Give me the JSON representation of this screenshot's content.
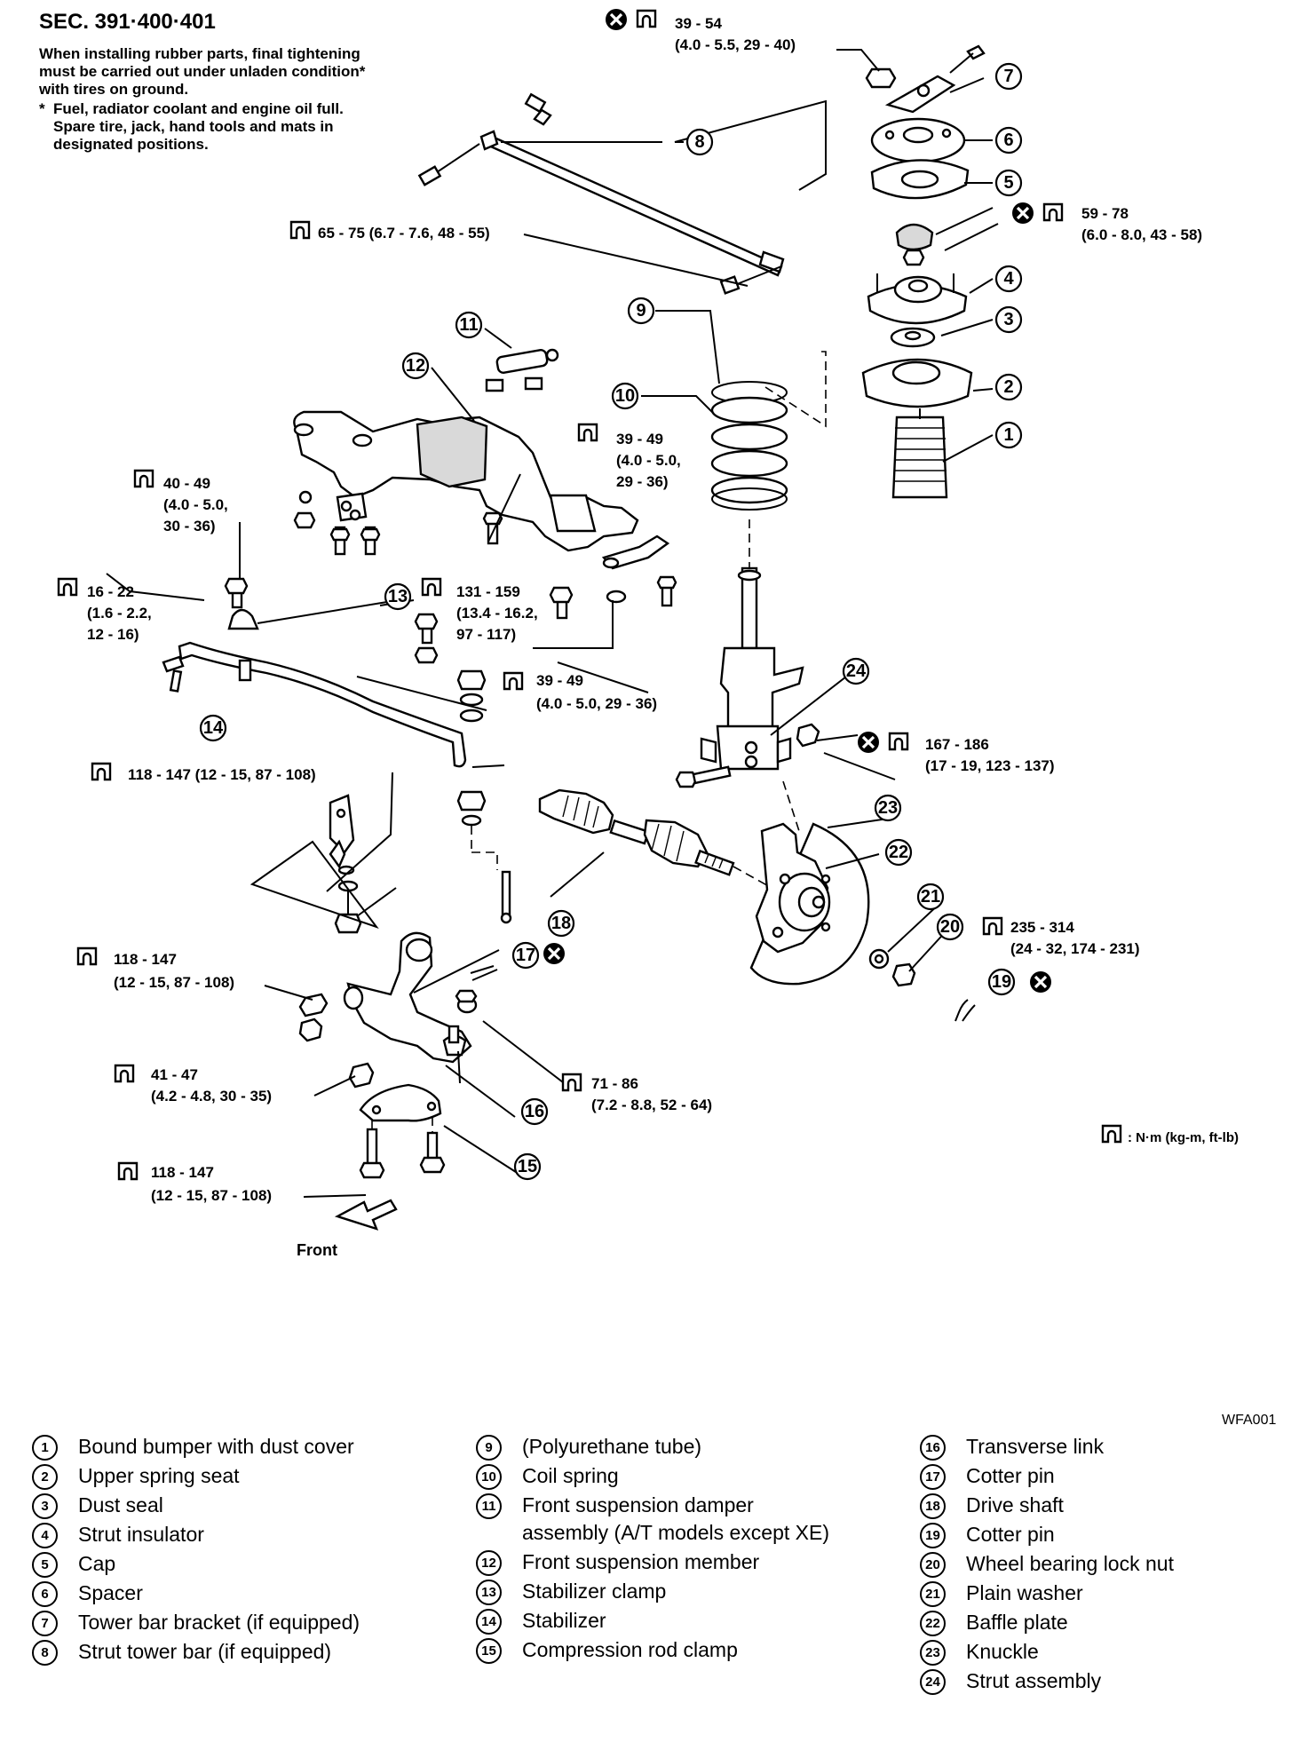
{
  "header": {
    "section": "SEC. 391·400·401",
    "note_lines": [
      "When installing rubber parts, final tightening",
      "must be carried out under unladen condition*",
      "with tires on ground."
    ],
    "footnote_mark": "*",
    "footnote_lines": [
      "Fuel, radiator coolant and engine oil full.",
      "Spare tire, jack, hand tools and mats in",
      "designated positions."
    ]
  },
  "torques": {
    "t_39_54": [
      "39 - 54",
      "(4.0 - 5.5, 29 - 40)"
    ],
    "t_59_78": [
      "59 - 78",
      "(6.0 - 8.0, 43 - 58)"
    ],
    "t_65_75": [
      "65 - 75 (6.7 - 7.6, 48 - 55)"
    ],
    "t_39_49_a": [
      "39 - 49",
      "(4.0 - 5.0,",
      "29 - 36)"
    ],
    "t_40_49": [
      "40 - 49",
      "(4.0 - 5.0,",
      "30 - 36)"
    ],
    "t_16_22": [
      "16 - 22",
      "(1.6 - 2.2,",
      "12 - 16)"
    ],
    "t_131_159": [
      "131 - 159",
      "(13.4 - 16.2,",
      "97 - 117)"
    ],
    "t_39_49_b": [
      "39 - 49",
      "(4.0 - 5.0, 29 - 36)"
    ],
    "t_167_186": [
      "167 - 186",
      "(17 - 19, 123 - 137)"
    ],
    "t_118_147_a": [
      "118 - 147 (12 - 15, 87 - 108)"
    ],
    "t_235_314": [
      "235 - 314",
      "(24 - 32, 174 - 231)"
    ],
    "t_118_147_b": [
      "118 - 147",
      "(12 - 15, 87 - 108)"
    ],
    "t_41_47": [
      "41 - 47",
      "(4.2 - 4.8, 30 - 35)"
    ],
    "t_71_86": [
      "71 - 86",
      "(7.2 - 8.8, 52 - 64)"
    ],
    "t_118_147_c": [
      "118 - 147",
      "(12 - 15, 87 - 108)"
    ]
  },
  "units_note": ": N·m (kg-m, ft-lb)",
  "front_label": "Front",
  "figure_code": "WFA001",
  "callout_numbers": [
    "1",
    "2",
    "3",
    "4",
    "5",
    "6",
    "7",
    "8",
    "9",
    "10",
    "11",
    "12",
    "13",
    "14",
    "15",
    "16",
    "17",
    "18",
    "19",
    "20",
    "21",
    "22",
    "23",
    "24"
  ],
  "legend": [
    {
      "num": "1",
      "label": "Bound bumper with dust cover"
    },
    {
      "num": "2",
      "label": "Upper spring seat"
    },
    {
      "num": "3",
      "label": "Dust seal"
    },
    {
      "num": "4",
      "label": "Strut insulator"
    },
    {
      "num": "5",
      "label": "Cap"
    },
    {
      "num": "6",
      "label": "Spacer"
    },
    {
      "num": "7",
      "label": "Tower bar bracket (if equipped)"
    },
    {
      "num": "8",
      "label": "Strut tower bar (if equipped)"
    },
    {
      "num": "9",
      "label": "(Polyurethane tube)"
    },
    {
      "num": "10",
      "label": "Coil spring"
    },
    {
      "num": "11",
      "label": "Front suspension damper assembly (A/T models except XE)"
    },
    {
      "num": "12",
      "label": "Front suspension member"
    },
    {
      "num": "13",
      "label": "Stabilizer clamp"
    },
    {
      "num": "14",
      "label": "Stabilizer"
    },
    {
      "num": "15",
      "label": "Compression rod clamp"
    },
    {
      "num": "16",
      "label": "Transverse link"
    },
    {
      "num": "17",
      "label": "Cotter pin"
    },
    {
      "num": "18",
      "label": "Drive shaft"
    },
    {
      "num": "19",
      "label": "Cotter pin"
    },
    {
      "num": "20",
      "label": "Wheel bearing lock nut"
    },
    {
      "num": "21",
      "label": "Plain washer"
    },
    {
      "num": "22",
      "label": "Baffle plate"
    },
    {
      "num": "23",
      "label": "Knuckle"
    },
    {
      "num": "24",
      "label": "Strut assembly"
    }
  ]
}
